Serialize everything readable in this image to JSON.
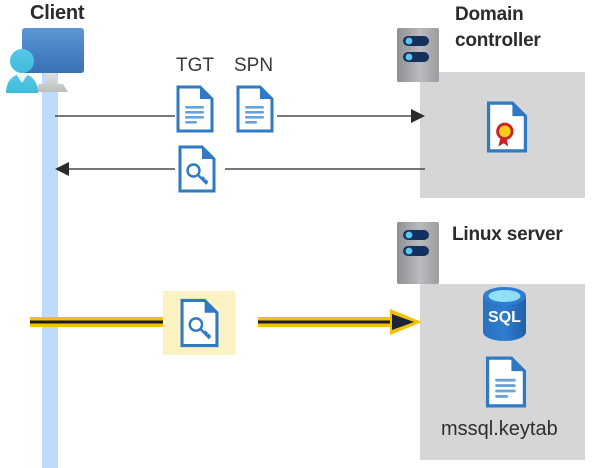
{
  "diagram": {
    "type": "kerberos-authentication-flow",
    "background": "#ffffff",
    "panel_color": "#d6d6d6",
    "lifeline_color": "#bedbfb",
    "accent_blue": "#2f79c5",
    "highlight_yellow": "#fdf2c4",
    "arrow_yellow": "#f2c200",
    "arrow_gray": "#4a4a4a"
  },
  "actors": {
    "client": {
      "label": "Client"
    },
    "domain_controller": {
      "label": "Domain\ncontroller",
      "line1": "Domain",
      "line2": "controller"
    },
    "linux_server": {
      "label": "Linux server"
    }
  },
  "messages": [
    {
      "id": "request",
      "direction": "right",
      "from": "client",
      "to": "domain_controller",
      "style": "thin-gray",
      "artifacts": [
        {
          "label": "TGT",
          "icon": "document-icon"
        },
        {
          "label": "SPN",
          "icon": "document-icon"
        }
      ]
    },
    {
      "id": "response",
      "direction": "left",
      "from": "domain_controller",
      "to": "client",
      "style": "thin-gray",
      "artifacts": [
        {
          "label": "",
          "icon": "document-key-icon"
        }
      ]
    },
    {
      "id": "service-ticket",
      "direction": "right",
      "from": "client",
      "to": "linux_server",
      "style": "thick-yellow-highlighted",
      "artifacts": [
        {
          "label": "",
          "icon": "document-key-icon",
          "highlighted": true
        }
      ]
    }
  ],
  "domain_controller_contents": [
    {
      "icon": "certificate-icon",
      "label": ""
    }
  ],
  "linux_server_contents": [
    {
      "icon": "sql-database-icon",
      "label": "SQL"
    },
    {
      "icon": "document-icon",
      "label": "mssql.keytab"
    }
  ],
  "labels": {
    "tgt": "TGT",
    "spn": "SPN",
    "keytab_file": "mssql.keytab",
    "sql_text": "SQL"
  }
}
